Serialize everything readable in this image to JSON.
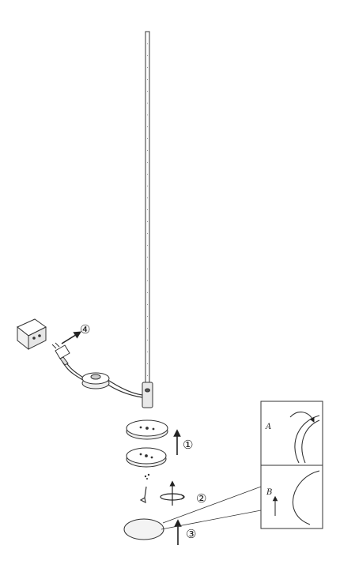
{
  "steps": [
    {
      "label": "①"
    },
    {
      "label": "②"
    },
    {
      "label": "③"
    },
    {
      "label": "④"
    }
  ],
  "detail_labels": {
    "a": "A",
    "b": "B"
  }
}
